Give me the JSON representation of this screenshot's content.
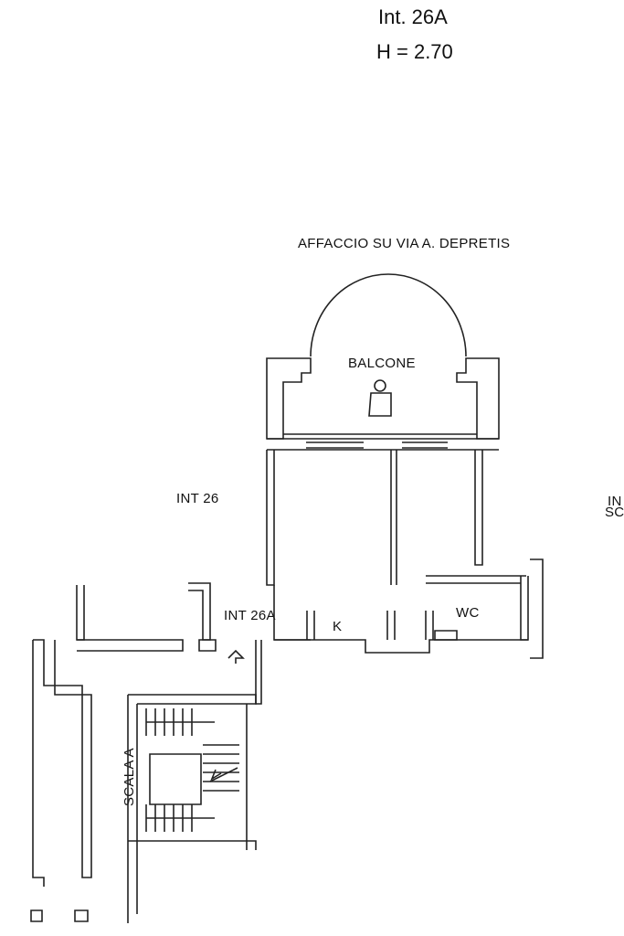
{
  "header": {
    "unit": "Int. 26A",
    "height": "H = 2.70"
  },
  "labels": {
    "street": "AFFACCIO SU VIA A. DEPRETIS",
    "balcony": "BALCONE",
    "neighbor_left": "INT 26",
    "neighbor_right_line1": "IN",
    "neighbor_right_line2": "SC",
    "unit": "INT 26A",
    "kitchen": "K",
    "wc": "WC",
    "stair": "SCALA A"
  }
}
